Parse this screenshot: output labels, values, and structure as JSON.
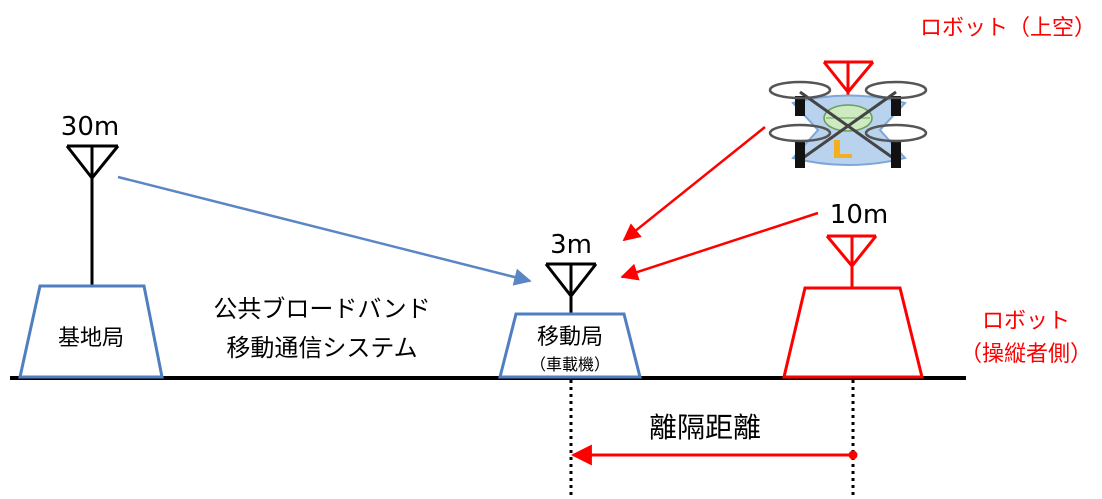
{
  "labels": {
    "base_height": "30m",
    "mobile_height": "3m",
    "robot_ground_height": "10m",
    "base_station": "基地局",
    "system_line1": "公共ブロードバンド",
    "system_line2": "移動通信システム",
    "mobile_station": "移動局",
    "mobile_station_sub": "（車載機）",
    "robot_air": "ロボット（上空）",
    "robot_ground_line1": "ロボット",
    "robot_ground_line2": "（操縦者側）",
    "separation": "離隔距離"
  },
  "colors": {
    "black": "#000000",
    "blue_link": "#5b86c5",
    "blue_outline": "#4f7fc0",
    "red": "#ff0000",
    "drone_body": "#b9d3ee",
    "drone_center": "#cdeac0",
    "drone_arm": "#444444",
    "drone_leg": "#f2b01e"
  }
}
